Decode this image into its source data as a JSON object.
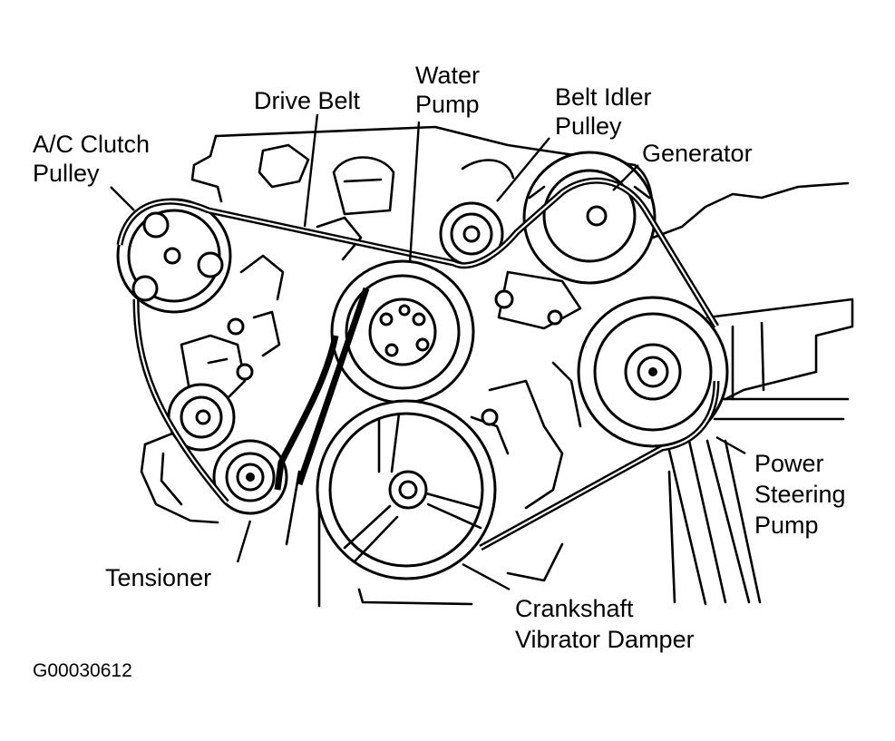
{
  "labels": {
    "ac_clutch_pulley": [
      "A/C Clutch",
      "Pulley"
    ],
    "drive_belt": [
      "Drive Belt"
    ],
    "water_pump": [
      "Water",
      "Pump"
    ],
    "belt_idler_pulley": [
      "Belt Idler",
      "Pulley"
    ],
    "generator": [
      "Generator"
    ],
    "power_steering_pump": [
      "Power",
      "Steering",
      "Pump"
    ],
    "tensioner": [
      "Tensioner"
    ],
    "crankshaft_vibrator_damper": [
      "Crankshaft",
      "Vibrator Damper"
    ]
  },
  "figure_code": "G00030612"
}
